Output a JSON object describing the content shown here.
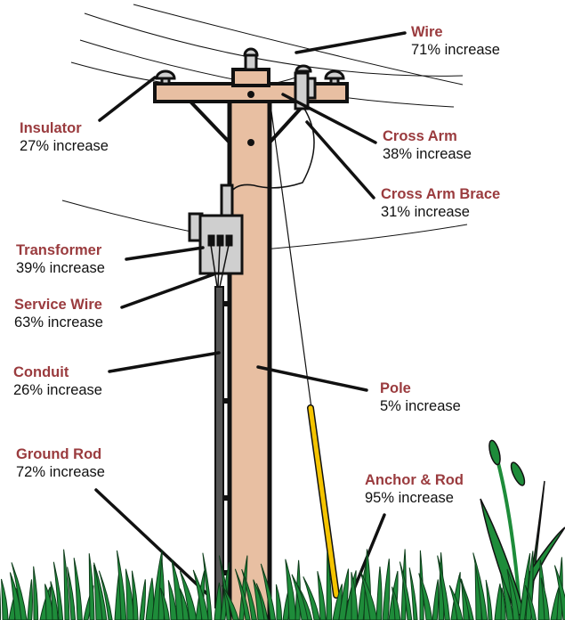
{
  "colors": {
    "label_name": "#9a3b3e",
    "pole": "#e8bfa2",
    "outline": "#111111",
    "transformer": "#cfcfcf",
    "anchor_rod": "#f5c400",
    "grass": "#1e8c3a"
  },
  "components": [
    {
      "id": "wire",
      "name": "Wire",
      "value": "71% increase"
    },
    {
      "id": "insulator",
      "name": "Insulator",
      "value": "27% increase"
    },
    {
      "id": "cross-arm",
      "name": "Cross Arm",
      "value": "38% increase"
    },
    {
      "id": "cross-arm-brace",
      "name": "Cross Arm Brace",
      "value": "31% increase"
    },
    {
      "id": "transformer",
      "name": "Transformer",
      "value": "39% increase"
    },
    {
      "id": "service-wire",
      "name": "Service Wire",
      "value": "63% increase"
    },
    {
      "id": "conduit",
      "name": "Conduit",
      "value": "26% increase"
    },
    {
      "id": "pole",
      "name": "Pole",
      "value": "5% increase"
    },
    {
      "id": "ground-rod",
      "name": "Ground Rod",
      "value": "72% increase"
    },
    {
      "id": "anchor-rod",
      "name": "Anchor & Rod",
      "value": "95% increase"
    }
  ]
}
